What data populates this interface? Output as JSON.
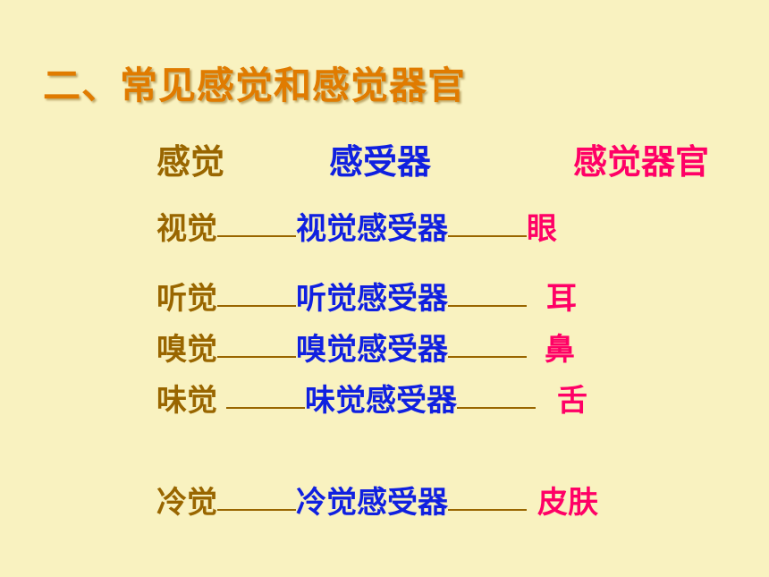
{
  "title": "二、常见感觉和感觉器官",
  "headers": {
    "sense": "感觉",
    "receptor": "感受器",
    "organ": "感觉器官"
  },
  "rows": [
    {
      "sense": "视觉",
      "receptor": "视觉感受器",
      "organ": "眼"
    },
    {
      "sense": "听觉",
      "receptor": "听觉感受器",
      "organ": "耳"
    },
    {
      "sense": "嗅觉",
      "receptor": "嗅觉感受器",
      "organ": "鼻"
    },
    {
      "sense": "味觉",
      "receptor": "味觉感受器",
      "organ": "舌"
    },
    {
      "sense": "冷觉",
      "receptor": "冷觉感受器",
      "organ": "皮肤"
    }
  ],
  "colors": {
    "background": "#f9f2c0",
    "title": "#e07b00",
    "sense": "#996600",
    "receptor": "#1020e0",
    "organ": "#ff0066"
  }
}
